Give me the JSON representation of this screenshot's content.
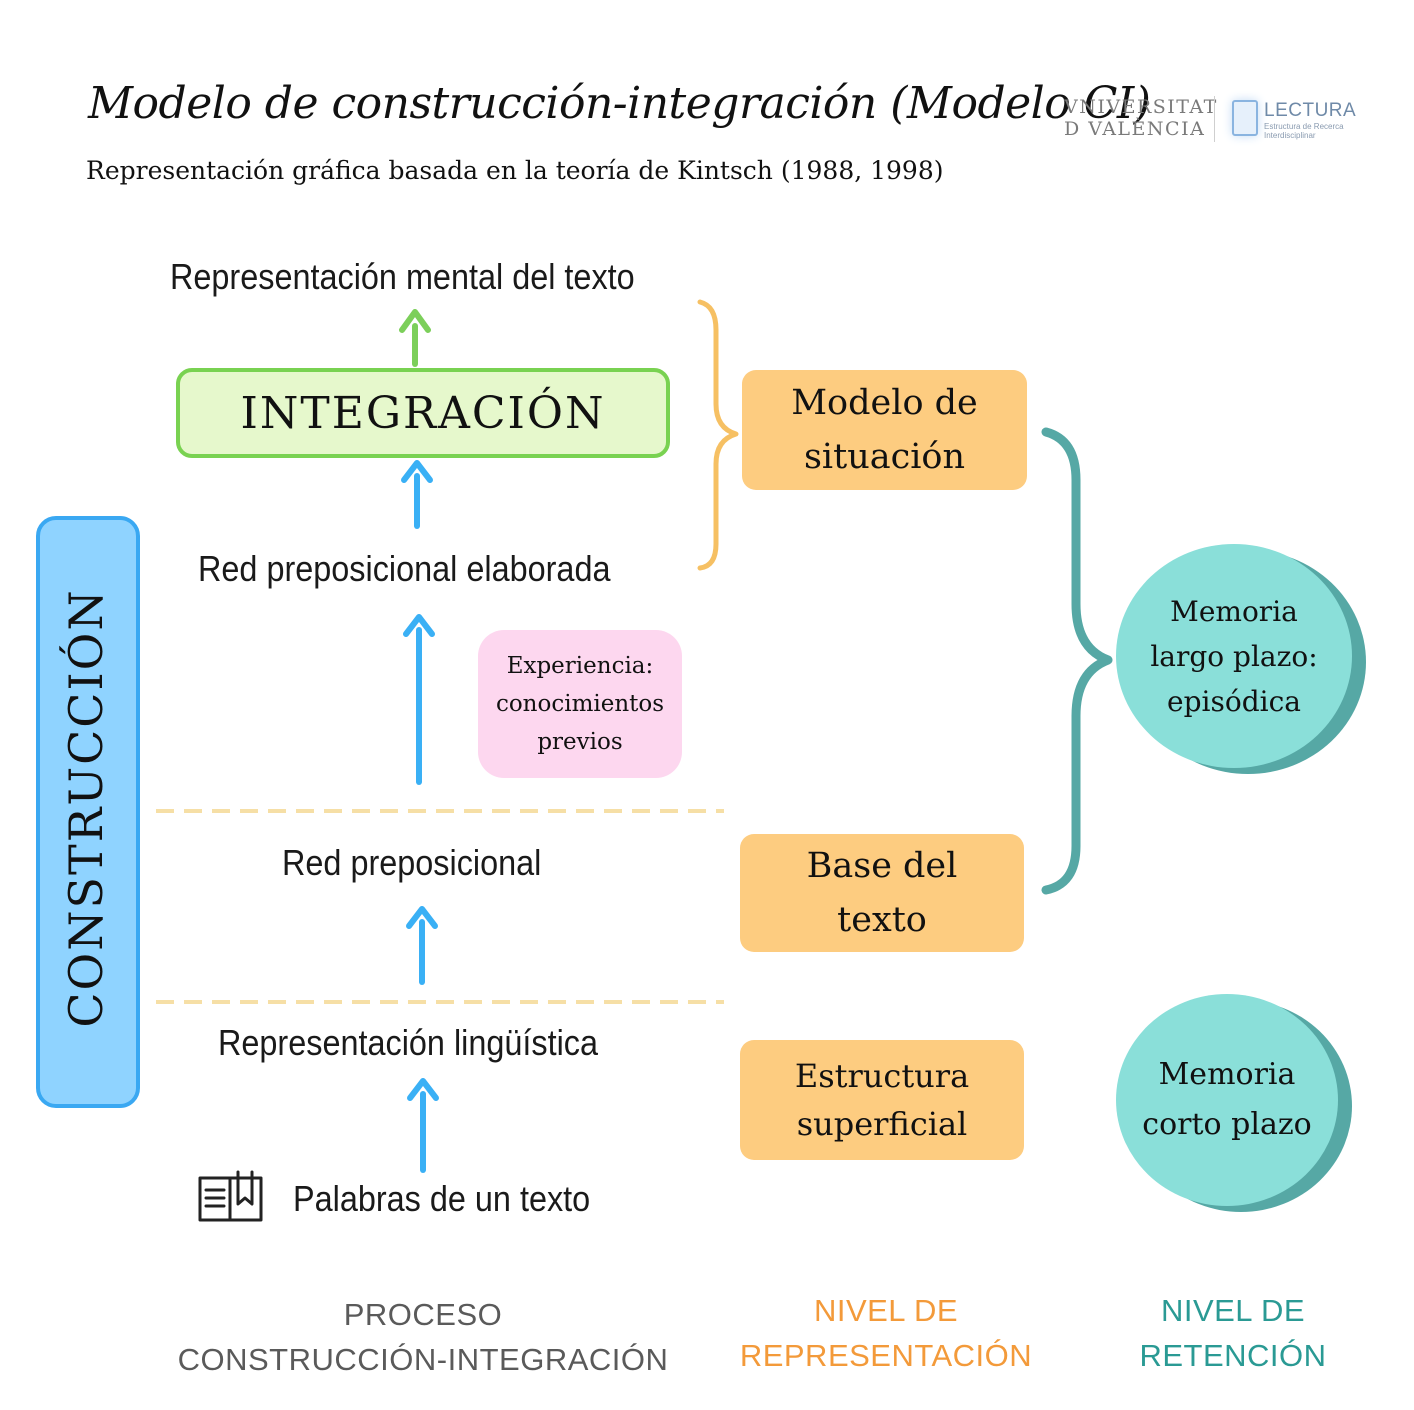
{
  "header": {
    "title": "Modelo de construcción-integración (Modelo CI)",
    "subtitle": "Representación gráfica basada en la teoría de Kintsch (1988, 1998)"
  },
  "logos": {
    "universitat_line1": "VNIVERSITAT",
    "universitat_line2": "D VALÈNCIA",
    "lectura_title": "LECTURA",
    "lectura_sub": "Estructura de Recerca Interdisciplinar"
  },
  "process": {
    "top_label": "Representación mental del texto",
    "integration": "INTEGRACIÓN",
    "red_elaborada": "Red preposicional elaborada",
    "experience": [
      "Experiencia:",
      "conocimientos",
      "previos"
    ],
    "red": "Red preposicional",
    "linguistic": "Representación lingüística",
    "words": "Palabras de un texto",
    "construction": "CONSTRUCCIÓN"
  },
  "representation": {
    "modelo": [
      "Modelo de",
      "situación"
    ],
    "base": [
      "Base del",
      "texto"
    ],
    "estructura": [
      "Estructura",
      "superficial"
    ]
  },
  "retention": {
    "largo": [
      "Memoria",
      "largo plazo:",
      "episódica"
    ],
    "corto": [
      "Memoria",
      "corto plazo"
    ]
  },
  "footer": {
    "proceso": [
      "PROCESO",
      "CONSTRUCCIÓN-INTEGRACIÓN"
    ],
    "representacion": [
      "NIVEL DE",
      "REPRESENTACIÓN"
    ],
    "retencion": [
      "NIVEL DE",
      "RETENCIÓN"
    ]
  },
  "colors": {
    "integration_fill": "#e6f8cc",
    "integration_border": "#79d251",
    "construction_fill": "#8fd3ff",
    "construction_border": "#3aa8f2",
    "representation_box": "#fdcc80",
    "experience_box": "#fdd7ef",
    "memory_circle": "#8adfd9",
    "memory_shadow": "#56a8a5",
    "arrow_blue": "#3ab0f5",
    "arrow_green": "#7ccf5a",
    "brace_orange": "#f6c063",
    "brace_teal": "#56a8a5",
    "divider": "#f6dfa6",
    "footer_process": "#5a5a5a",
    "footer_representation": "#f39a3a",
    "footer_retention": "#2a9a94"
  },
  "icons": [
    "open-book-icon",
    "arrow-up-icon"
  ]
}
